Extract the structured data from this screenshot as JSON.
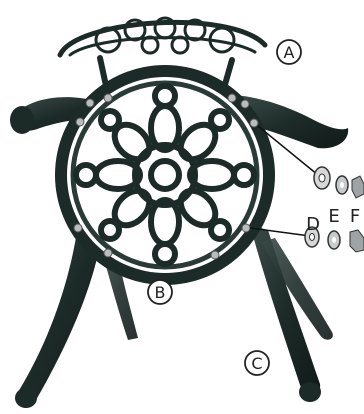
{
  "labels": {
    "part_a": "A",
    "part_b": "B",
    "part_c": "C",
    "hardware_d": "D",
    "hardware_e": "E",
    "hardware_f": "F"
  },
  "colors": {
    "iron": "#1d2b28",
    "iron_highlight": "#3b4c48",
    "bolt": "#b9bdbf",
    "washer": "#d6d8d8",
    "label_ink": "#222222"
  }
}
